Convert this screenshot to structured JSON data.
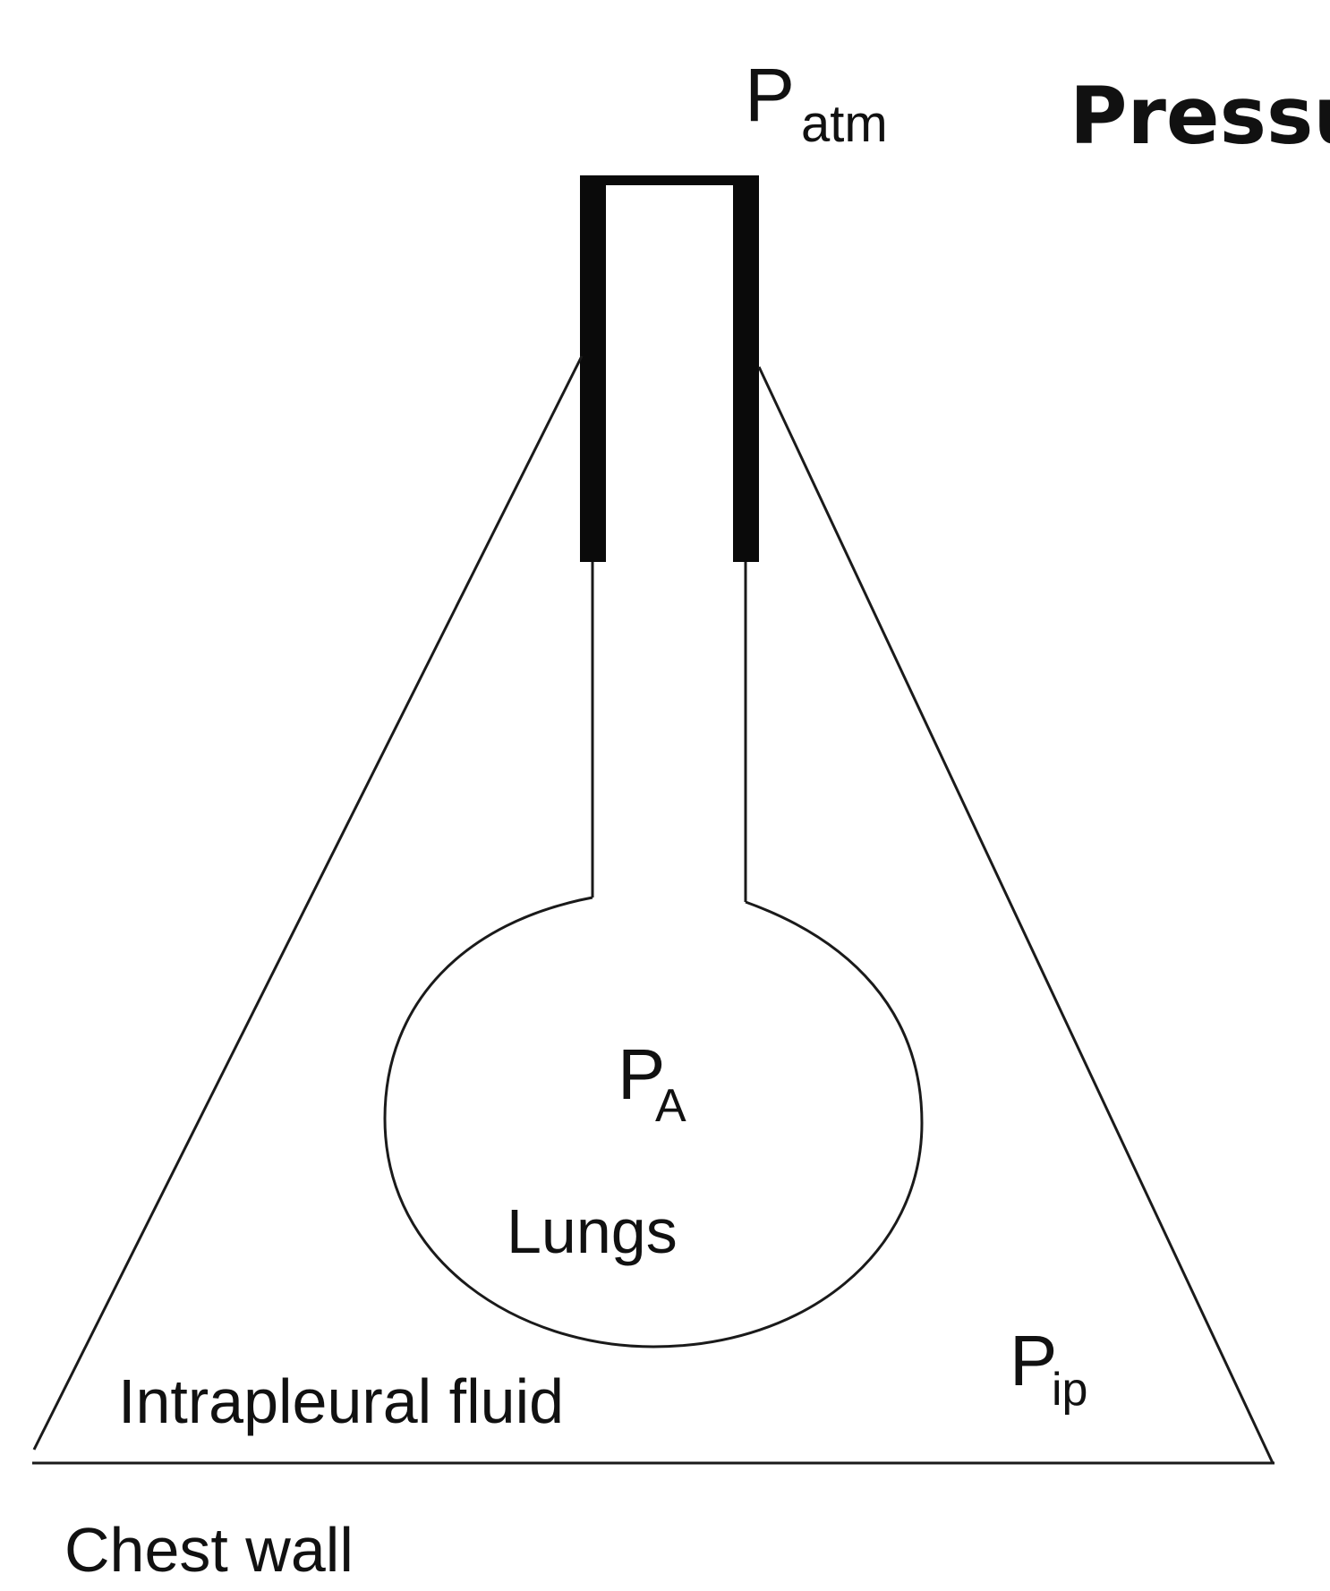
{
  "title": "Pressu",
  "labels": {
    "p_atm": {
      "main": "P",
      "sub": "atm"
    },
    "p_alveolar": {
      "main": "P",
      "sub": "A"
    },
    "lungs": "Lungs",
    "p_ip": {
      "main": "P",
      "sub": "ip"
    },
    "intrapleural_fluid": "Intrapleural fluid",
    "chest_wall": "Chest wall"
  },
  "colors": {
    "stroke": "#1a1a1a",
    "text": "#111111",
    "background": "#ffffff"
  }
}
